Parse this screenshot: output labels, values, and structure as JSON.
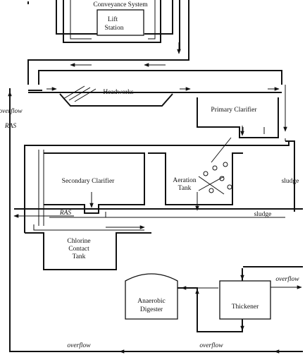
{
  "labels": {
    "conveyance": "Conveyance System",
    "lift_line1": "Lift",
    "lift_line2": "Station",
    "headworks": "Headworks",
    "primary": "Primary Clarifier",
    "secondary": "Secondary Clarifier",
    "aeration_line1": "Aeration",
    "aeration_line2": "Tank",
    "chlorine_line1": "Chlorine",
    "chlorine_line2": "Contact",
    "chlorine_line3": "Tank",
    "digester_line1": "Anaerobic",
    "digester_line2": "Digester",
    "thickener": "Thickener"
  },
  "flows": {
    "overflow_left": "overflow",
    "ras_left": "RAS",
    "ras_bottom": "RAS",
    "sludge_right": "sludge",
    "sludge_mid": "sludge",
    "overflow_right": "overflow",
    "overflow_bottom_left": "overflow",
    "overflow_bottom_right": "overflow"
  }
}
